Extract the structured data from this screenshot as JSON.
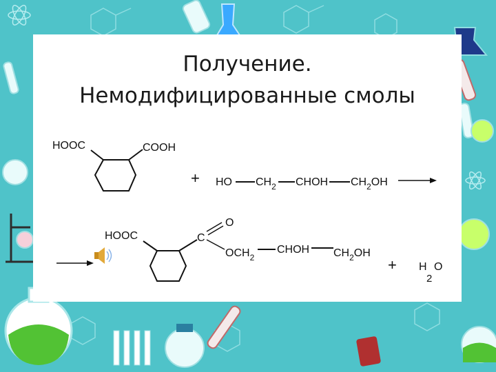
{
  "slide": {
    "title_line1": "Получение.",
    "title_line2": "Немодифицированные смолы"
  },
  "reaction": {
    "reactant_acid": {
      "left_group": "HOOC",
      "right_group": "COOH"
    },
    "plus_sign": "+",
    "reactant_glycerol": {
      "ho": "HO",
      "ch2": "CH",
      "ch2_sub": "2",
      "choh": "CHOH",
      "ch2oh_a": "CH",
      "ch2oh_sub": "2",
      "ch2oh_b": "OH"
    },
    "product": {
      "hooc": "HOOC",
      "c": "C",
      "o": "O",
      "och2": "OCH",
      "och2_sub": "2",
      "choh": "CHOH",
      "ch2oh_a": "CH",
      "ch2oh_sub": "2",
      "ch2oh_b": "OH"
    },
    "plus_sign_2": "+",
    "water": {
      "h": "H",
      "sub": "2",
      "o": "O"
    }
  },
  "colors": {
    "frame": "#4fc3c9",
    "card": "#ffffff",
    "ink": "#111111"
  },
  "icons": [
    "speaker-icon",
    "flask-icon",
    "test-tube-icon",
    "molecule-icon",
    "atom-icon"
  ]
}
